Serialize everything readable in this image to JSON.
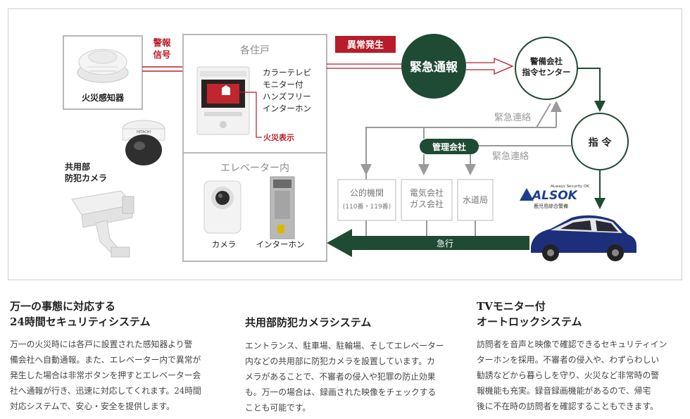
{
  "diagram": {
    "alert_signal": "警報\n信号",
    "fire_detector": "火災感知器",
    "residence_title": "各住戸",
    "intercom_desc": [
      "カラーテレビ",
      "モニター付",
      "ハンズフリー",
      "インターホン"
    ],
    "fire_display": "火災表示",
    "elevator_title": "エレベーター内",
    "elevator_camera": "カメラ",
    "elevator_intercom": "インターホン",
    "shared_camera": "共用部\n防犯カメラ",
    "abnormal": "異常発生",
    "emergency_report": "緊急通報",
    "security_center": "警備会社\n指令センター",
    "command": "指 令",
    "emergency_contact_1": "緊急連絡",
    "emergency_contact_2": "緊急連絡",
    "management_company": "管理会社",
    "public_agency": "公的機関",
    "public_agency_sub": "(110番・119番)",
    "utility": "電気会社\nガス会社",
    "water": "水道局",
    "rush": "急行",
    "alsok_tag": "ALways Security OK",
    "alsok_logo": "ALSOK",
    "alsok_branch": "鹿児島綜合警備",
    "detector_brand": "",
    "camera_brand": "HITACHI",
    "colors": {
      "red": "#b81c2a",
      "dark_green": "#1f4a34",
      "gray_line": "#9a9a9a",
      "box_border": "#b8b8b8",
      "alsok_blue": "#1d3f8f"
    }
  },
  "sections": [
    {
      "title": [
        "万一の事態に対応する",
        "24時間セキュリティシステム"
      ],
      "body": [
        "万一の火災時には各戸に設置された感知器より警",
        "備会社へ自動通報。また、エレベーター内で異常が",
        "発生した場合は非常ボタンを押すとエレベーター会",
        "社へ通報が行き、迅速に対応してくれます。24時間",
        "対応システムで、安心・安全を提供します。"
      ]
    },
    {
      "title": [
        "共用部防犯カメラシステム"
      ],
      "body": [
        "エントランス、駐車場、駐輪場、そしてエレベーター",
        "内などの共用部に防犯カメラを設置しています。カ",
        "メラがあることで、不審者の侵入や犯罪の防止効果",
        "も。万一の場合は、録画された映像をチェックする",
        "ことも可能です。"
      ]
    },
    {
      "title": [
        "TVモニター付",
        "オートロックシステム"
      ],
      "body": [
        "訪問者を音声と映像で確認できるセキュリティイン",
        "ターホンを採用。不審者の侵入や、わずらわしい",
        "勧誘などから暮らしを守り、火災など非常時の警",
        "報機能も充実。録音録画機能があるので、帰宅",
        "後に不在時の訪問者を確認することもできます。"
      ]
    }
  ]
}
